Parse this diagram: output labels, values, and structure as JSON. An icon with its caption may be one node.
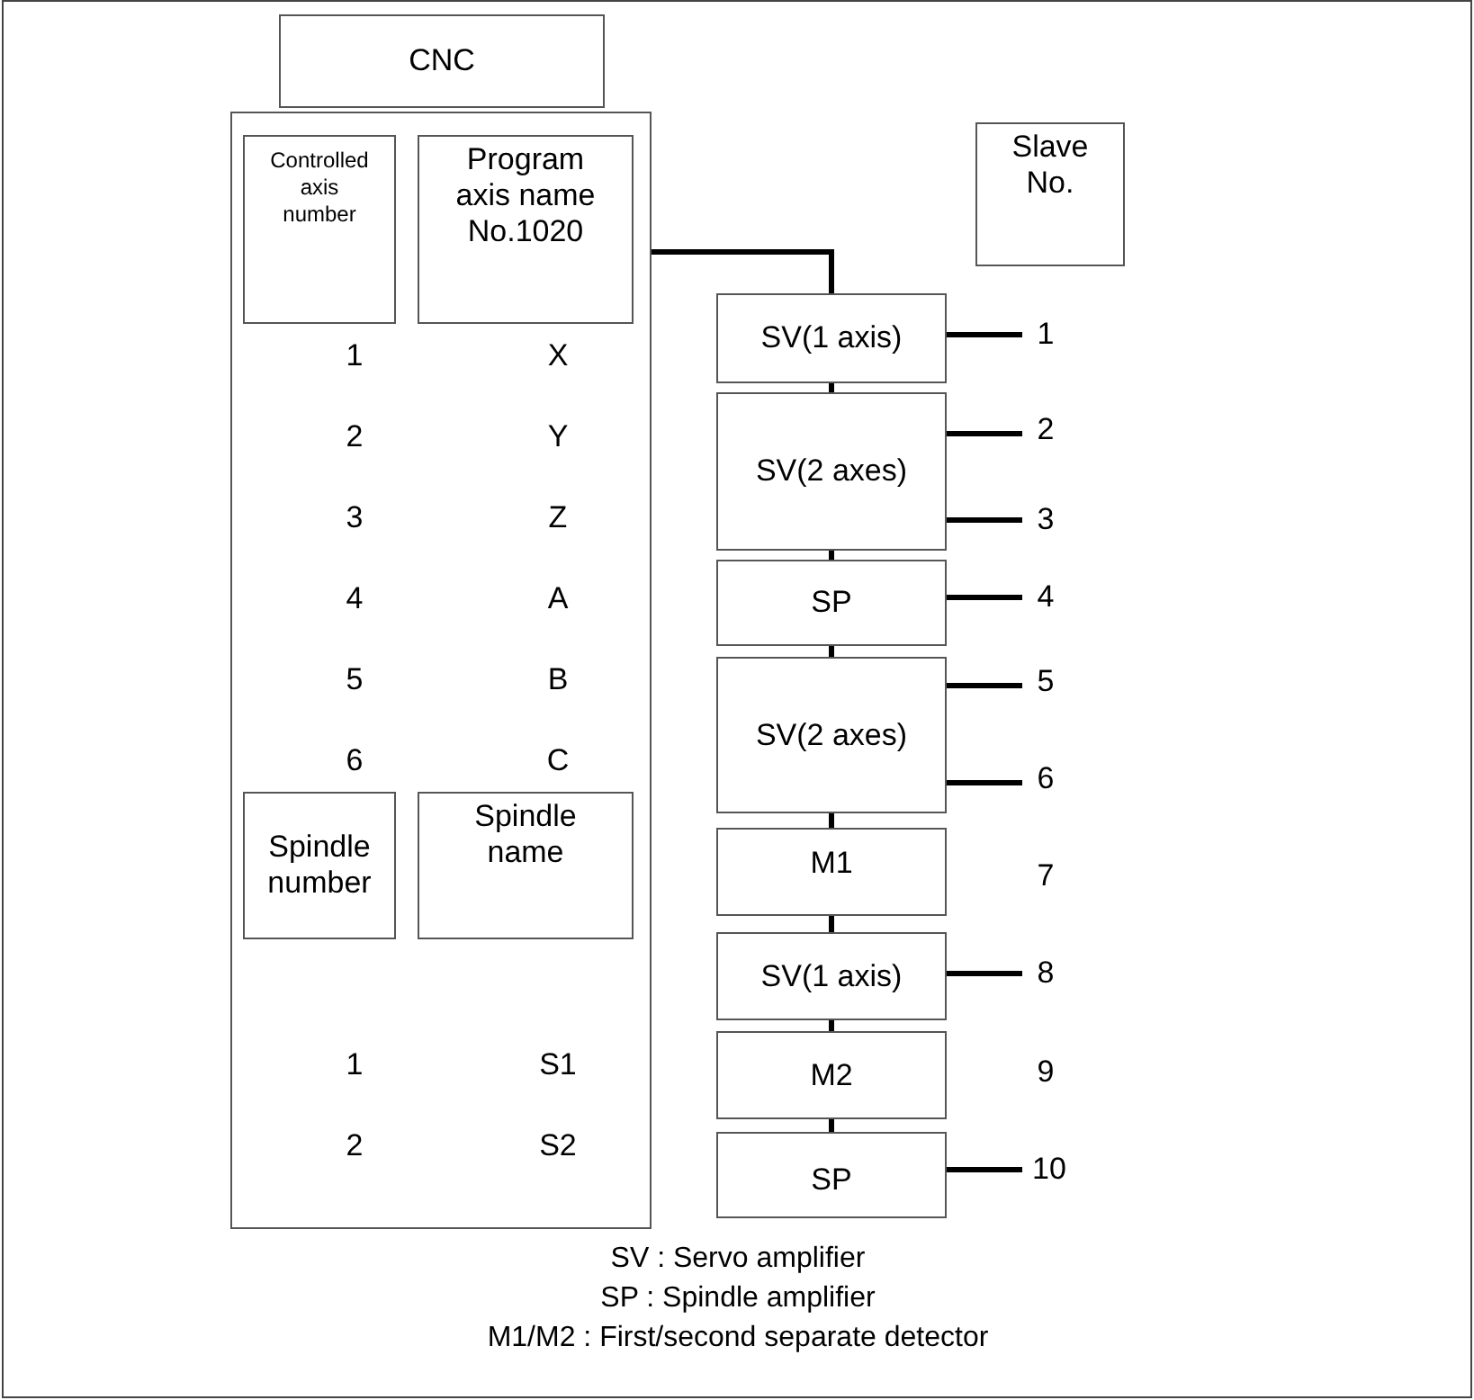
{
  "diagram": {
    "nodes": [
      {
        "text": [
          "CNC"
        ]
      },
      {
        "text": [],
        "shape": "box"
      },
      {
        "text": [
          "Controlled axis number"
        ],
        "in": 1
      },
      {
        "text": [
          "Program axis name No.1020"
        ],
        "in": 1
      },
      {
        "text": [
          "Spindle number"
        ],
        "in": 1
      },
      {
        "text": [
          "Spindle name"
        ],
        "in": 1
      },
      {
        "text": [
          "Slave No."
        ]
      },
      {
        "text": [
          "SV(1 axis)"
        ]
      },
      {
        "text": [
          "SV(2 axes)"
        ]
      },
      {
        "text": [
          "SP"
        ]
      },
      {
        "text": [
          "SV(2 axes)"
        ]
      },
      {
        "text": [
          "M1"
        ]
      },
      {
        "text": [
          "SV(1 axis)"
        ]
      },
      {
        "text": [
          "M2"
        ]
      },
      {
        "text": [
          "SP"
        ]
      },
      {
        "text": [
          "1"
        ]
      },
      {
        "text": [
          "2"
        ]
      },
      {
        "text": [
          "3"
        ]
      },
      {
        "text": [
          "4"
        ]
      },
      {
        "text": [
          "5"
        ]
      },
      {
        "text": [
          "6"
        ]
      },
      {
        "text": [
          "7"
        ]
      },
      {
        "text": [
          "8"
        ]
      },
      {
        "text": [
          "9"
        ]
      },
      {
        "text": [
          "10"
        ]
      }
    ],
    "edges": [
      {
        "from": 1,
        "to": 7,
        "arrow": "none"
      },
      {
        "from": 7,
        "to": 8,
        "arrow": "none"
      },
      {
        "from": 8,
        "to": 9,
        "arrow": "none"
      },
      {
        "from": 9,
        "to": 10,
        "arrow": "none"
      },
      {
        "from": 10,
        "to": 11,
        "arrow": "none"
      },
      {
        "from": 11,
        "to": 12,
        "arrow": "none"
      },
      {
        "from": 12,
        "to": 13,
        "arrow": "none"
      },
      {
        "from": 13,
        "to": 14,
        "arrow": "none"
      },
      {
        "from": 7,
        "to": 15,
        "arrow": "none"
      },
      {
        "from": 8,
        "to": 16,
        "arrow": "none"
      },
      {
        "from": 8,
        "to": 17,
        "arrow": "none"
      },
      {
        "from": 9,
        "to": 18,
        "arrow": "none"
      },
      {
        "from": 10,
        "to": 19,
        "arrow": "none"
      },
      {
        "from": 10,
        "to": 20,
        "arrow": "none"
      },
      {
        "from": 12,
        "to": 22,
        "arrow": "none"
      },
      {
        "from": 14,
        "to": 24,
        "arrow": "none"
      }
    ],
    "labels": [
      "1",
      "X",
      "2",
      "Y",
      "3",
      "Z",
      "4",
      "A",
      "5",
      "B",
      "6",
      "C",
      "1",
      "S1",
      "2",
      "S2",
      "SV : Servo amplifier",
      "SP : Spindle amplifier",
      "M1/M2 : First/second separate detector"
    ]
  }
}
